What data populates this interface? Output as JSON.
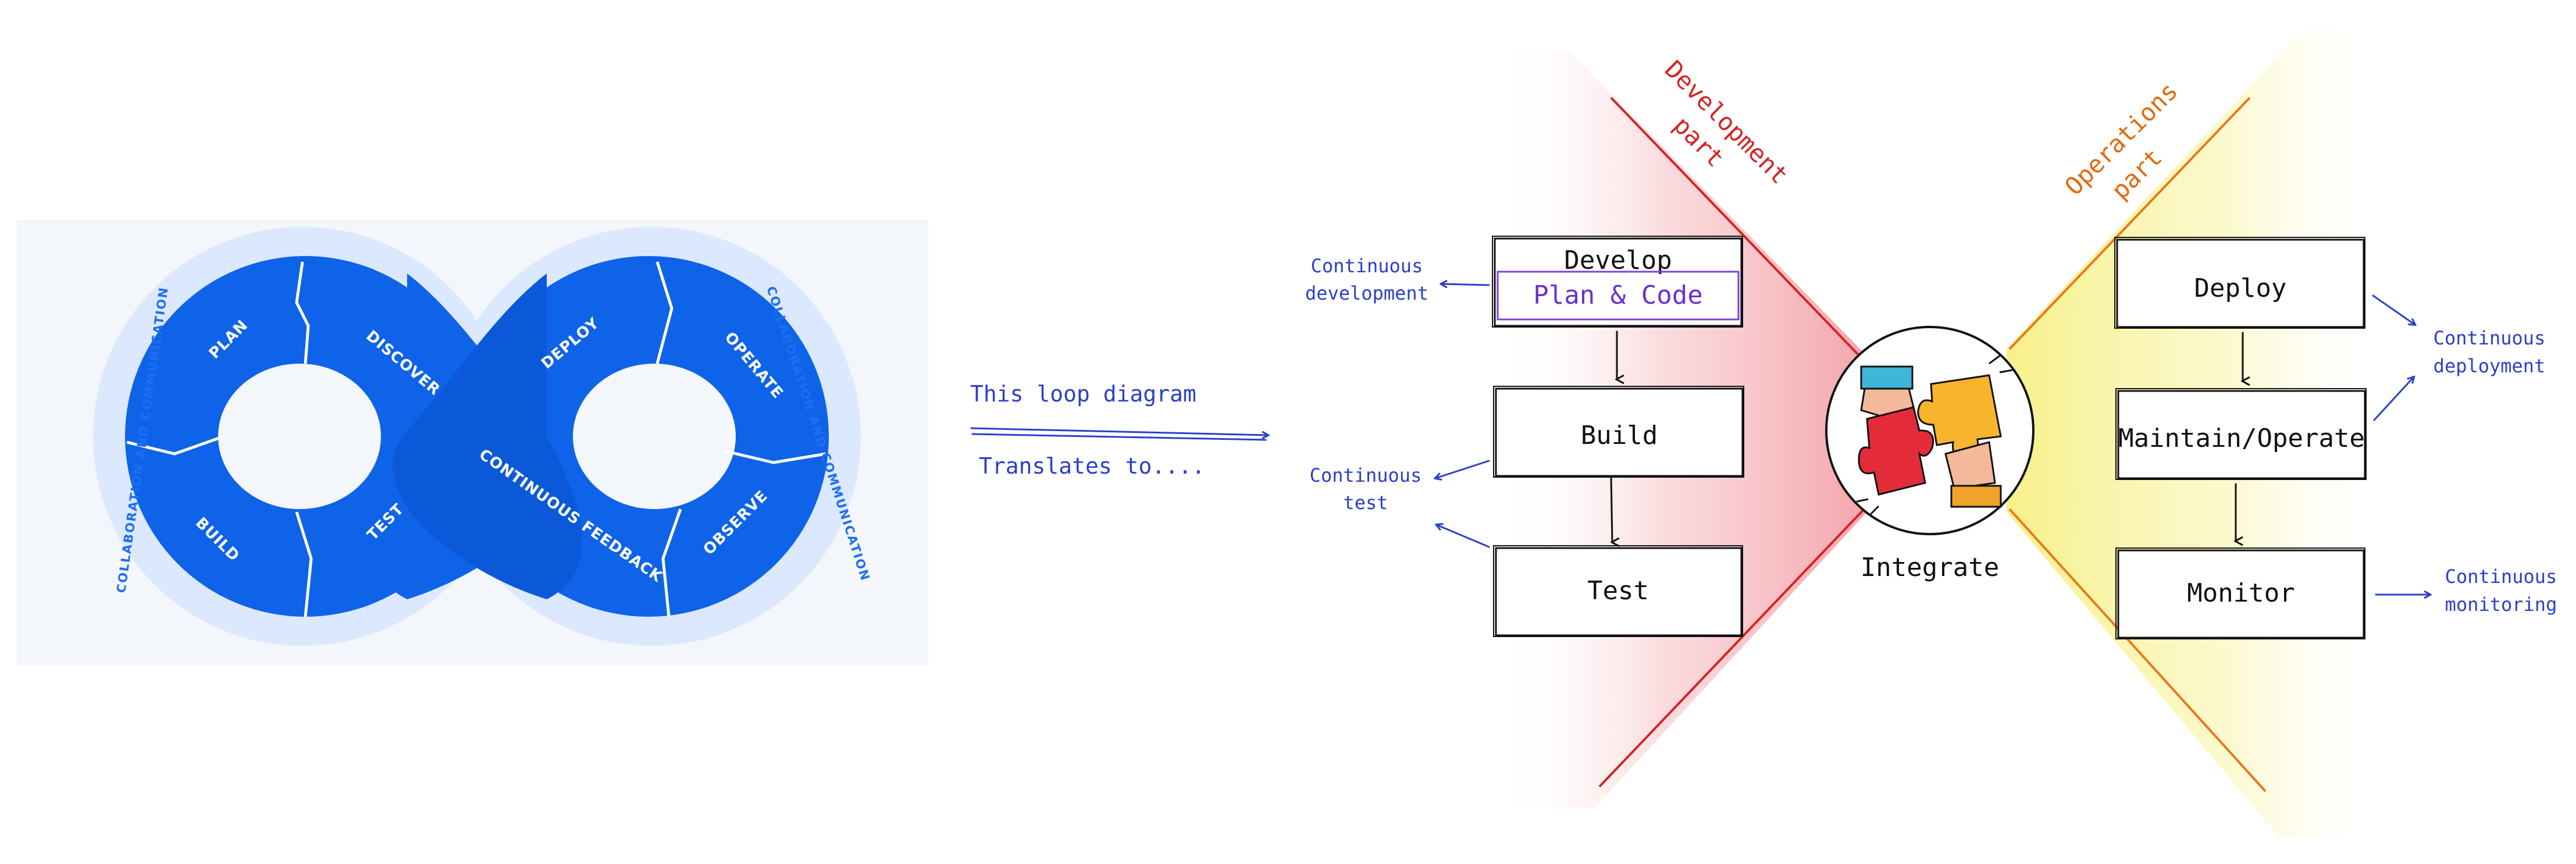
{
  "loop": {
    "stages": {
      "plan": "PLAN",
      "discover": "DISCOVER",
      "build": "BUILD",
      "test": "TEST",
      "deploy": "DEPLOY",
      "operate": "OPERATE",
      "observe": "OBSERVE",
      "feedback": "CONTINUOUS FEEDBACK"
    },
    "collab_left": "COLLABORATION AND COMMUNICATION",
    "collab_right": "COLLABORATION AND COMMUNICATION",
    "colors": {
      "band": "#dbe8fd",
      "segment": "#0e63e8",
      "divider": "#ffffff"
    }
  },
  "middle": {
    "line1": "This loop diagram",
    "line2": "Translates to...."
  },
  "dev_part": {
    "label_line1": "Development",
    "label_line2": "part",
    "color": "#d42424",
    "boxes": {
      "develop": "Develop",
      "plan_code": "Plan & Code",
      "build": "Build",
      "test": "Test"
    },
    "notes": {
      "dev_line1": "Continuous",
      "dev_line2": "development",
      "test_line1": "Continuous",
      "test_line2": "test"
    }
  },
  "ops_part": {
    "label_line1": "Operations",
    "label_line2": "part",
    "color": "#e06a10",
    "boxes": {
      "deploy": "Deploy",
      "maintain": "Maintain/Operate",
      "monitor": "Monitor"
    },
    "notes": {
      "deploy_line1": "Continuous",
      "deploy_line2": "deployment",
      "monitor_line1": "Continuous",
      "monitor_line2": "monitoring"
    }
  },
  "integrate": {
    "label": "Integrate",
    "icon": "puzzle-handshake-icon"
  }
}
